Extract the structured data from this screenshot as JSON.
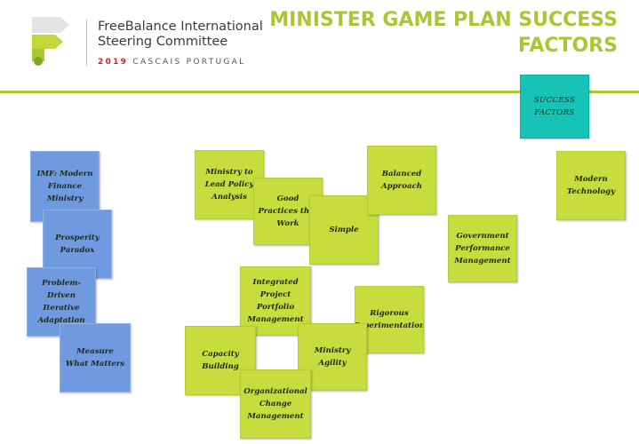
{
  "header": {
    "org_line1": "FreeBalance International",
    "org_line2": "Steering Committee",
    "event_year": "2019",
    "event_place": "CASCAIS PORTUGAL",
    "title": "MINISTER GAME PLAN SUCCESS FACTORS"
  },
  "colors": {
    "accent_green": "#a9c733",
    "note_blue": "#6f9ae0",
    "note_green": "#c7dc3d",
    "note_teal": "#17c3b6",
    "year_red": "#cc2228"
  },
  "notes": {
    "success_factors": "SUCCESS FACTORS",
    "imf_modern": "IMF: Modern Finance Ministry",
    "prosperity_paradox": "Prosperity Paradox",
    "problem_driven": "Problem-Driven Iterative Adaptation",
    "measure_what_matters": "Measure What Matters",
    "ministry_to_lead": "Ministry to Lead Policy Analysis",
    "good_practices": "Good Practices that Work",
    "simple": "Simple",
    "balanced_approach": "Balanced Approach",
    "government_performance": "Government Performance Management",
    "modern_technology": "Modern Technology",
    "integrated_project": "Integrated Project Portfolio Management",
    "rigorous_experimentation": "Rigorous Experimentation",
    "capacity_building": "Capacity Building",
    "ministry_agility": "Ministry Agility",
    "organizational_change": "Organizational Change Management"
  }
}
